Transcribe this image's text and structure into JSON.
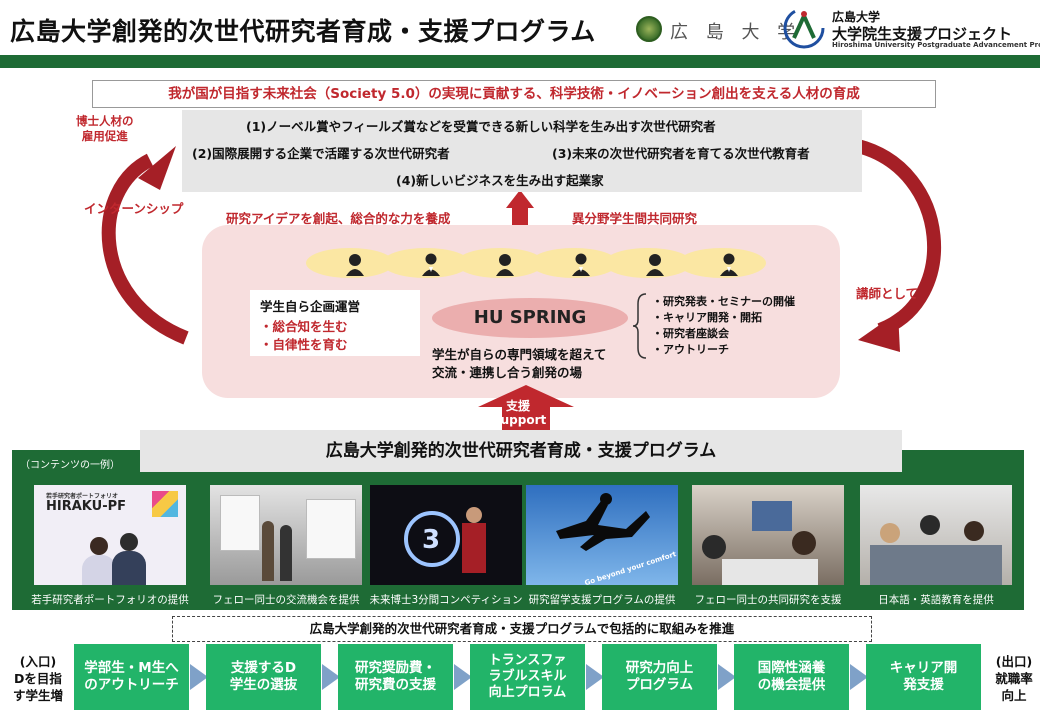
{
  "header": {
    "title": "広島大学創発的次世代研究者育成・支援プログラム",
    "university_name": "広 島 大 学",
    "project_name_line1": "広島大学",
    "project_name_line2": "大学院生支援プロジェクト",
    "project_name_en": "Hiroshima University Postgraduate Advancement Project"
  },
  "banner": "我が国が目指す未来社会（Society 5.0）の実現に貢献する、科学技術・イノベーション創出を支える人材の育成",
  "goals": [
    "(1)ノーベル賞やフィールズ賞などを受賞できる新しい科学を生み出す次世代研究者",
    "(2)国際展開する企業で活躍する次世代研究者",
    "(3)未来の次世代研究者を育てる次世代教育者",
    "(4)新しいビジネスを生み出す起業家"
  ],
  "labels": {
    "employment": [
      "博士人材の",
      "雇用促進"
    ],
    "internship": "インターンシップ",
    "lecturer": "講師として",
    "research_idea": "研究アイデアを創起、総合的な力を養成",
    "interdisciplinary": "異分野学生間共同研究"
  },
  "spring": {
    "self_title": "学生自ら企画運営",
    "self_items": [
      "・総合知を生む",
      "・自律性を育む"
    ],
    "name": "HU SPRING",
    "description": [
      "学生が自らの専門領域を超えて",
      "交流・連携し合う創発の場"
    ],
    "activities": [
      "・研究発表・セミナーの開催",
      "・キャリア開発・開拓",
      "・研究者座談会",
      "・アウトリーチ"
    ]
  },
  "support": {
    "jp": "支援",
    "en": "Support"
  },
  "program_bar": "広島大学創発的次世代研究者育成・支援プログラム",
  "contents": {
    "label": "（コンテンツの一例）",
    "items": [
      {
        "caption": "若手研究者ポートフォリオの提供",
        "photo": "hiraku-pf-poster",
        "poster_title_small": "若手研究者ポートフォリオ",
        "poster_title": "HIRAKU-PF"
      },
      {
        "caption": "フェロー同士の交流機会を提供",
        "photo": "poster-session"
      },
      {
        "caption": "未来博士3分間コンペティション",
        "photo": "stage-speaker"
      },
      {
        "caption": "研究留学支援プログラムの提供",
        "photo": "jumping-silhouette",
        "photo_text": "Go beyond your comfort zone!"
      },
      {
        "caption": "フェロー同士の共同研究を支援",
        "photo": "group-laptops"
      },
      {
        "caption": "日本語・英語教育を提供",
        "photo": "classroom"
      }
    ]
  },
  "flow": {
    "heading": "広島大学創発的次世代研究者育成・支援プログラムで包括的に取組みを推進",
    "entrance": [
      "(入口)",
      "Dを目指",
      "す学生増"
    ],
    "exit": [
      "(出口)",
      "就職率",
      "向上"
    ],
    "steps": [
      [
        "学部生・M生へ",
        "のアウトリーチ"
      ],
      [
        "支援するD",
        "学生の選抜"
      ],
      [
        "研究奨励費・",
        "研究費の支援"
      ],
      [
        "トランスファ",
        "ラブルスキル",
        "向上プロラム"
      ],
      [
        "研究力向上",
        "プログラム"
      ],
      [
        "国際性涵養",
        "の機会提供"
      ],
      [
        "キャリア開",
        "発支援"
      ]
    ]
  },
  "colors": {
    "brand_green": "#1e6b35",
    "accent_red": "#c0282e",
    "step_green": "#22b469",
    "pink": "#f7dede"
  }
}
